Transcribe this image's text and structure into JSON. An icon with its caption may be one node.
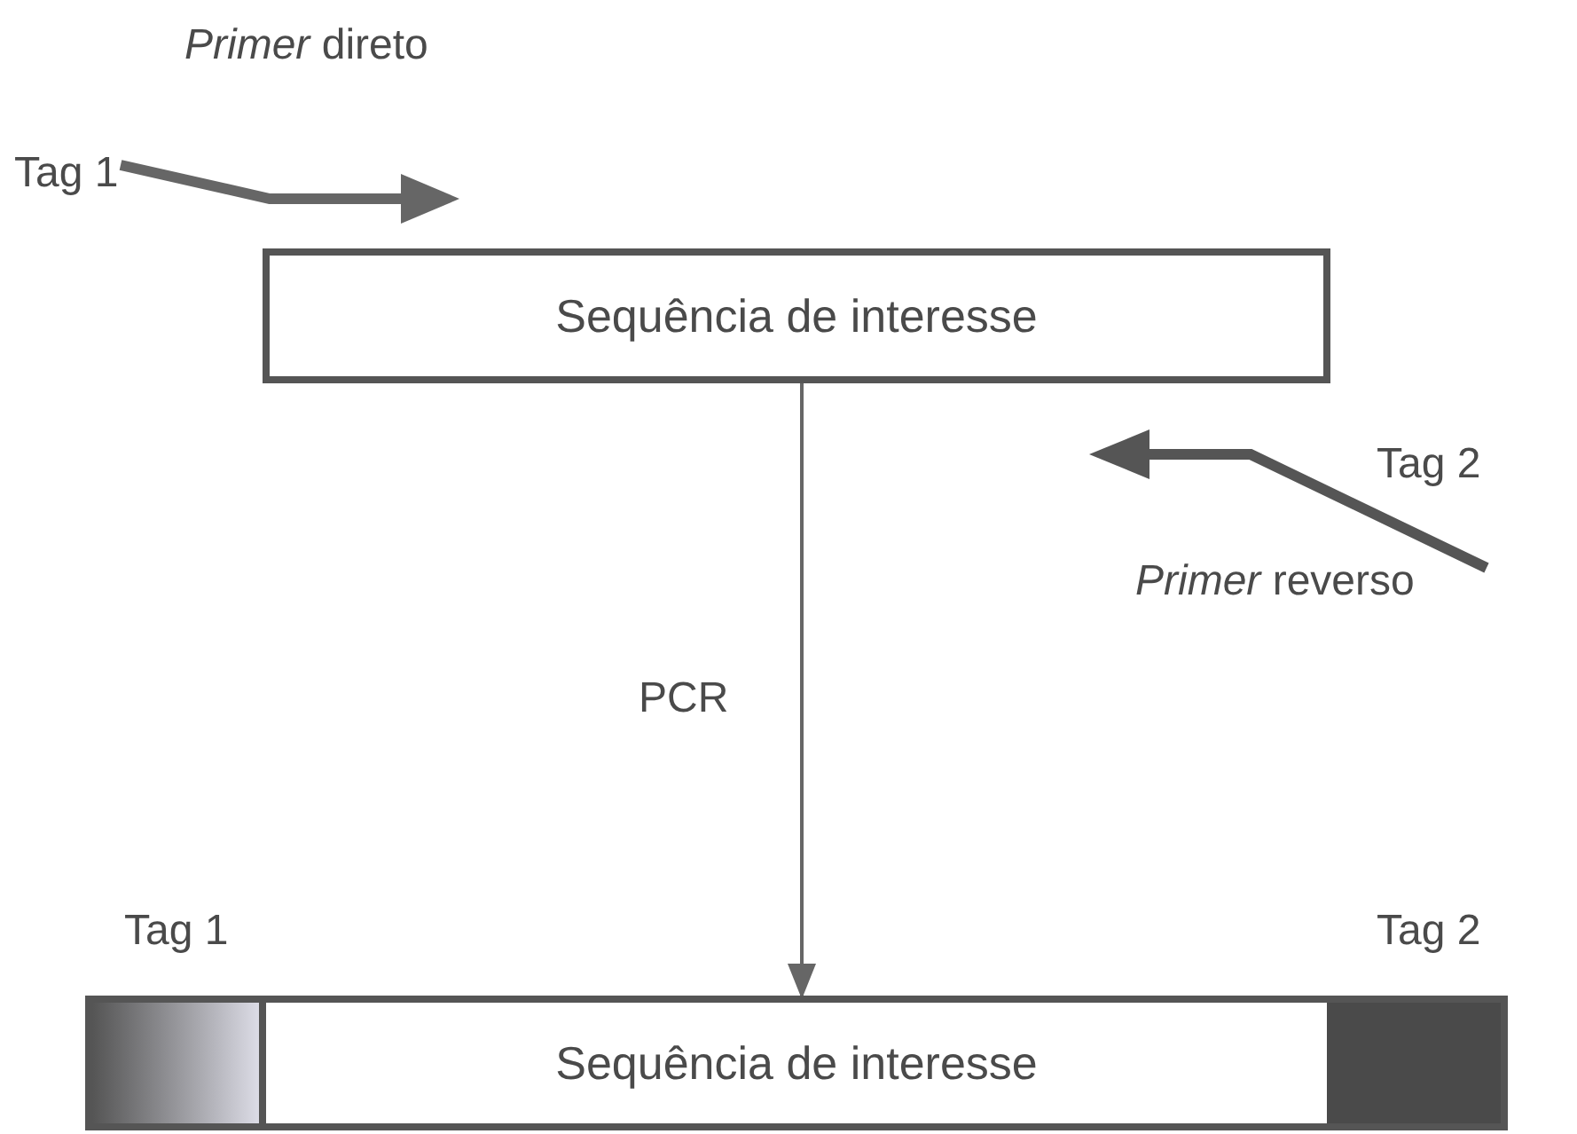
{
  "diagram": {
    "nodes": [
      {
        "text": [
          "Sequência de interesse"
        ]
      },
      {
        "text": [
          "Sequência de interesse"
        ]
      },
      {
        "text": [],
        "shape": "bar",
        "in": 1
      },
      {
        "text": [],
        "shape": "bar",
        "in": 1
      }
    ],
    "edges": [
      {
        "from": 0,
        "to": 1,
        "arrow": "to",
        "label": "PCR"
      }
    ],
    "labels": [
      "*Primer* direto",
      "Tag 1",
      "Tag 2",
      "*Primer* reverso",
      "Tag 1",
      "Tag 2"
    ]
  }
}
